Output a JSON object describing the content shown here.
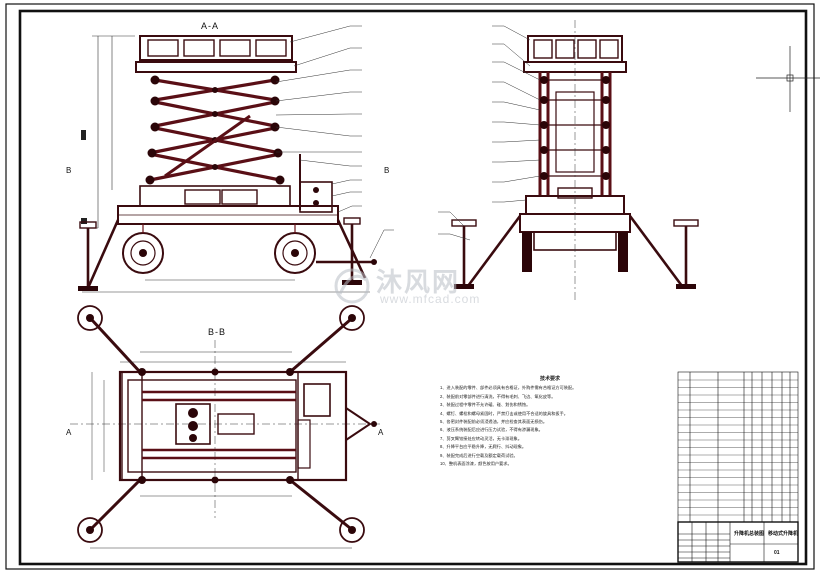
{
  "drawing": {
    "section_aa_label": "A-A",
    "section_bb_label": "B-B",
    "section_marks": {
      "a": "A",
      "b": "B"
    }
  },
  "watermark": {
    "brand_cn": "沐风网",
    "url": "www.mfcad.com"
  },
  "tech_notes": {
    "title": "技术要求",
    "items": [
      "1、进入装配的零件、部件必须具有合格证，外购件需有合格证方可装配。",
      "2、装配前对零部件进行清洗，不得有毛刺、飞边、氧化皮等。",
      "3、装配过程中零件不允许磕、碰、划伤和锈蚀。",
      "4、螺钉、螺栓和螺母紧固时，严禁打击或使用不合适的旋具和扳手。",
      "5、各密封件装配前必须浸透油，并应检查其表面无损伤。",
      "6、液压系统装配后应进行压力试验，不得有渗漏现象。",
      "7、剪叉臂铰接处应转动灵活，无卡滞现象。",
      "8、升降平台应平稳升降，无爬行、抖动现象。",
      "9、装配完成后进行空载及额定载荷试验。",
      "10、整机表面涂漆，颜色按用户要求。"
    ]
  },
  "title_block": {
    "product_name": "升降机总装图",
    "drawing_title": "移动式升降机",
    "sheet_no": "01"
  }
}
